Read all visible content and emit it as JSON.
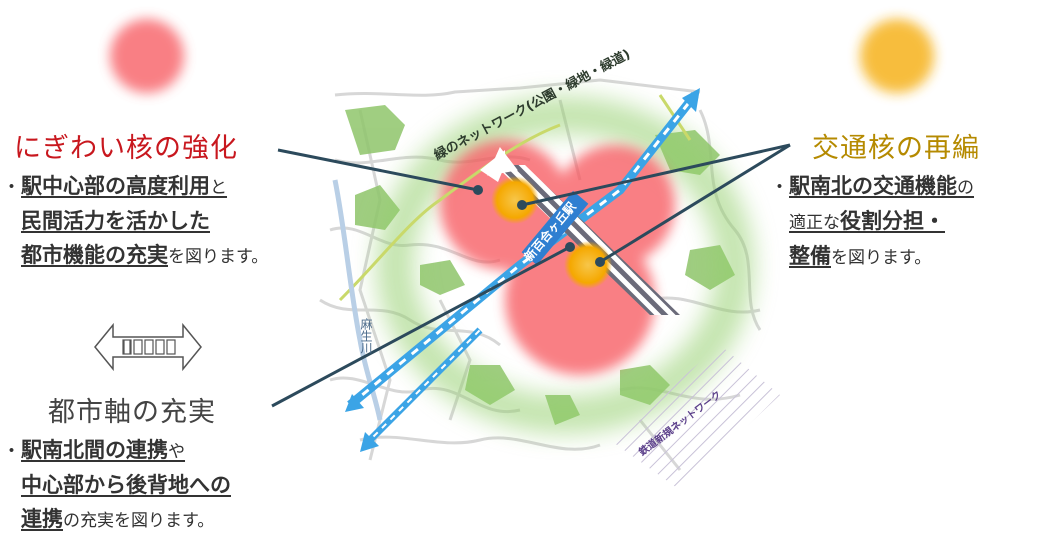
{
  "map": {
    "green_network_label": "緑のネットワーク(公園・緑地・緑道)",
    "station_label": "新百合ヶ丘駅",
    "river_label": "麻生川",
    "rail_network_label": "鉄道新規ネットワーク"
  },
  "nigiwai": {
    "heading": "にぎわい核の強化",
    "line1_bold": "駅中心部の高度利用",
    "line1_rest": "と",
    "line2_bold": "民間活力を活かした",
    "line3_bold": "都市機能の充実",
    "line3_rest": "を図ります。",
    "color": "#c8171e"
  },
  "koutsu": {
    "heading": "交通核の再編",
    "line1_bold": "駅南北の交通機能",
    "line1_rest": "の",
    "line2_pre": "適正な",
    "line2_bold": "役割分担・",
    "line3_bold": "整備",
    "line3_rest": "を図ります。",
    "color": "#b58a00"
  },
  "toshijiku": {
    "heading": "都市軸の充実",
    "line1_bold": "駅南北間の連携",
    "line1_rest": "や",
    "line2_bold": "中心部から後背地への",
    "line3_bold": "連携",
    "line3_rest": "の充実を図ります。"
  },
  "bullet": "・",
  "colors": {
    "red_blob": "#f7555c",
    "orange_blob": "#f6b21b",
    "leader": "#2c4a5c"
  }
}
